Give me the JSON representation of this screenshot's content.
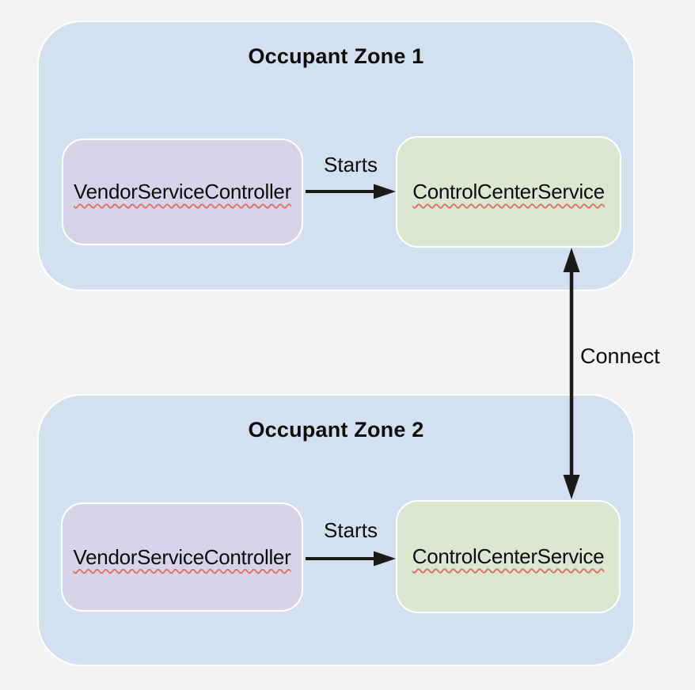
{
  "colors": {
    "page_bg": "#f1f3f4",
    "zone_fill": "#d3e0f0",
    "vendor_fill": "#d9d3e9",
    "control_fill": "#dbe8d1",
    "border": "#ffffff",
    "arrow": "#1a1a1a",
    "text": "#0d0d0d",
    "spellcheck": "#e0756a"
  },
  "zones": [
    {
      "title": "Occupant Zone 1",
      "vendor_label": "VendorServiceController",
      "control_label": "ControlCenterService",
      "edge_label": "Starts"
    },
    {
      "title": "Occupant Zone 2",
      "vendor_label": "VendorServiceController",
      "control_label": "ControlCenterService",
      "edge_label": "Starts"
    }
  ],
  "connector": {
    "label": "Connect"
  }
}
